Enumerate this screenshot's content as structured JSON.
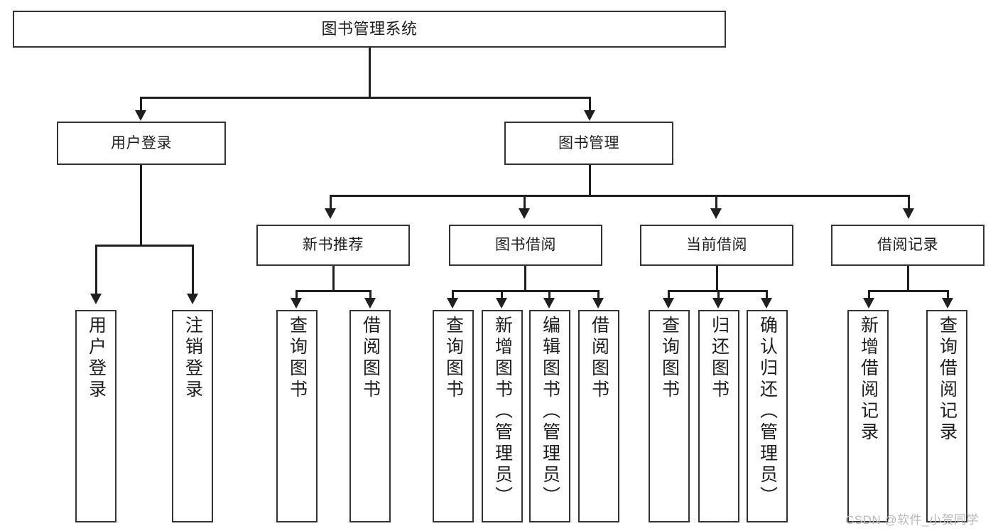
{
  "diagram": {
    "title": "图书管理系统",
    "type": "hierarchy-tree",
    "root": {
      "label": "图书管理系统"
    },
    "level2": [
      {
        "label": "用户登录"
      },
      {
        "label": "图书管理"
      }
    ],
    "level3": [
      {
        "label": "新书推荐"
      },
      {
        "label": "图书借阅"
      },
      {
        "label": "当前借阅"
      },
      {
        "label": "借阅记录"
      }
    ],
    "leaves": {
      "user_login": [
        {
          "label": "用户登录"
        },
        {
          "label": "注销登录"
        }
      ],
      "new_book_recommend": [
        {
          "label": "查询图书"
        },
        {
          "label": "借阅图书"
        }
      ],
      "book_borrow": [
        {
          "label": "查询图书"
        },
        {
          "label": "新增图书（管理员）"
        },
        {
          "label": "编辑图书（管理员）"
        },
        {
          "label": "借阅图书"
        }
      ],
      "current_borrow": [
        {
          "label": "查询图书"
        },
        {
          "label": "归还图书"
        },
        {
          "label": "确认归还（管理员）"
        }
      ],
      "borrow_record": [
        {
          "label": "新增借阅记录"
        },
        {
          "label": "查询借阅记录"
        }
      ]
    },
    "watermark": "CSDN @软件_小贺同学",
    "colors": {
      "box_border": "#333333",
      "line": "#1f1f1f",
      "background": "#ffffff",
      "text": "#1c1c1c",
      "watermark": "#b9b9b9"
    }
  }
}
